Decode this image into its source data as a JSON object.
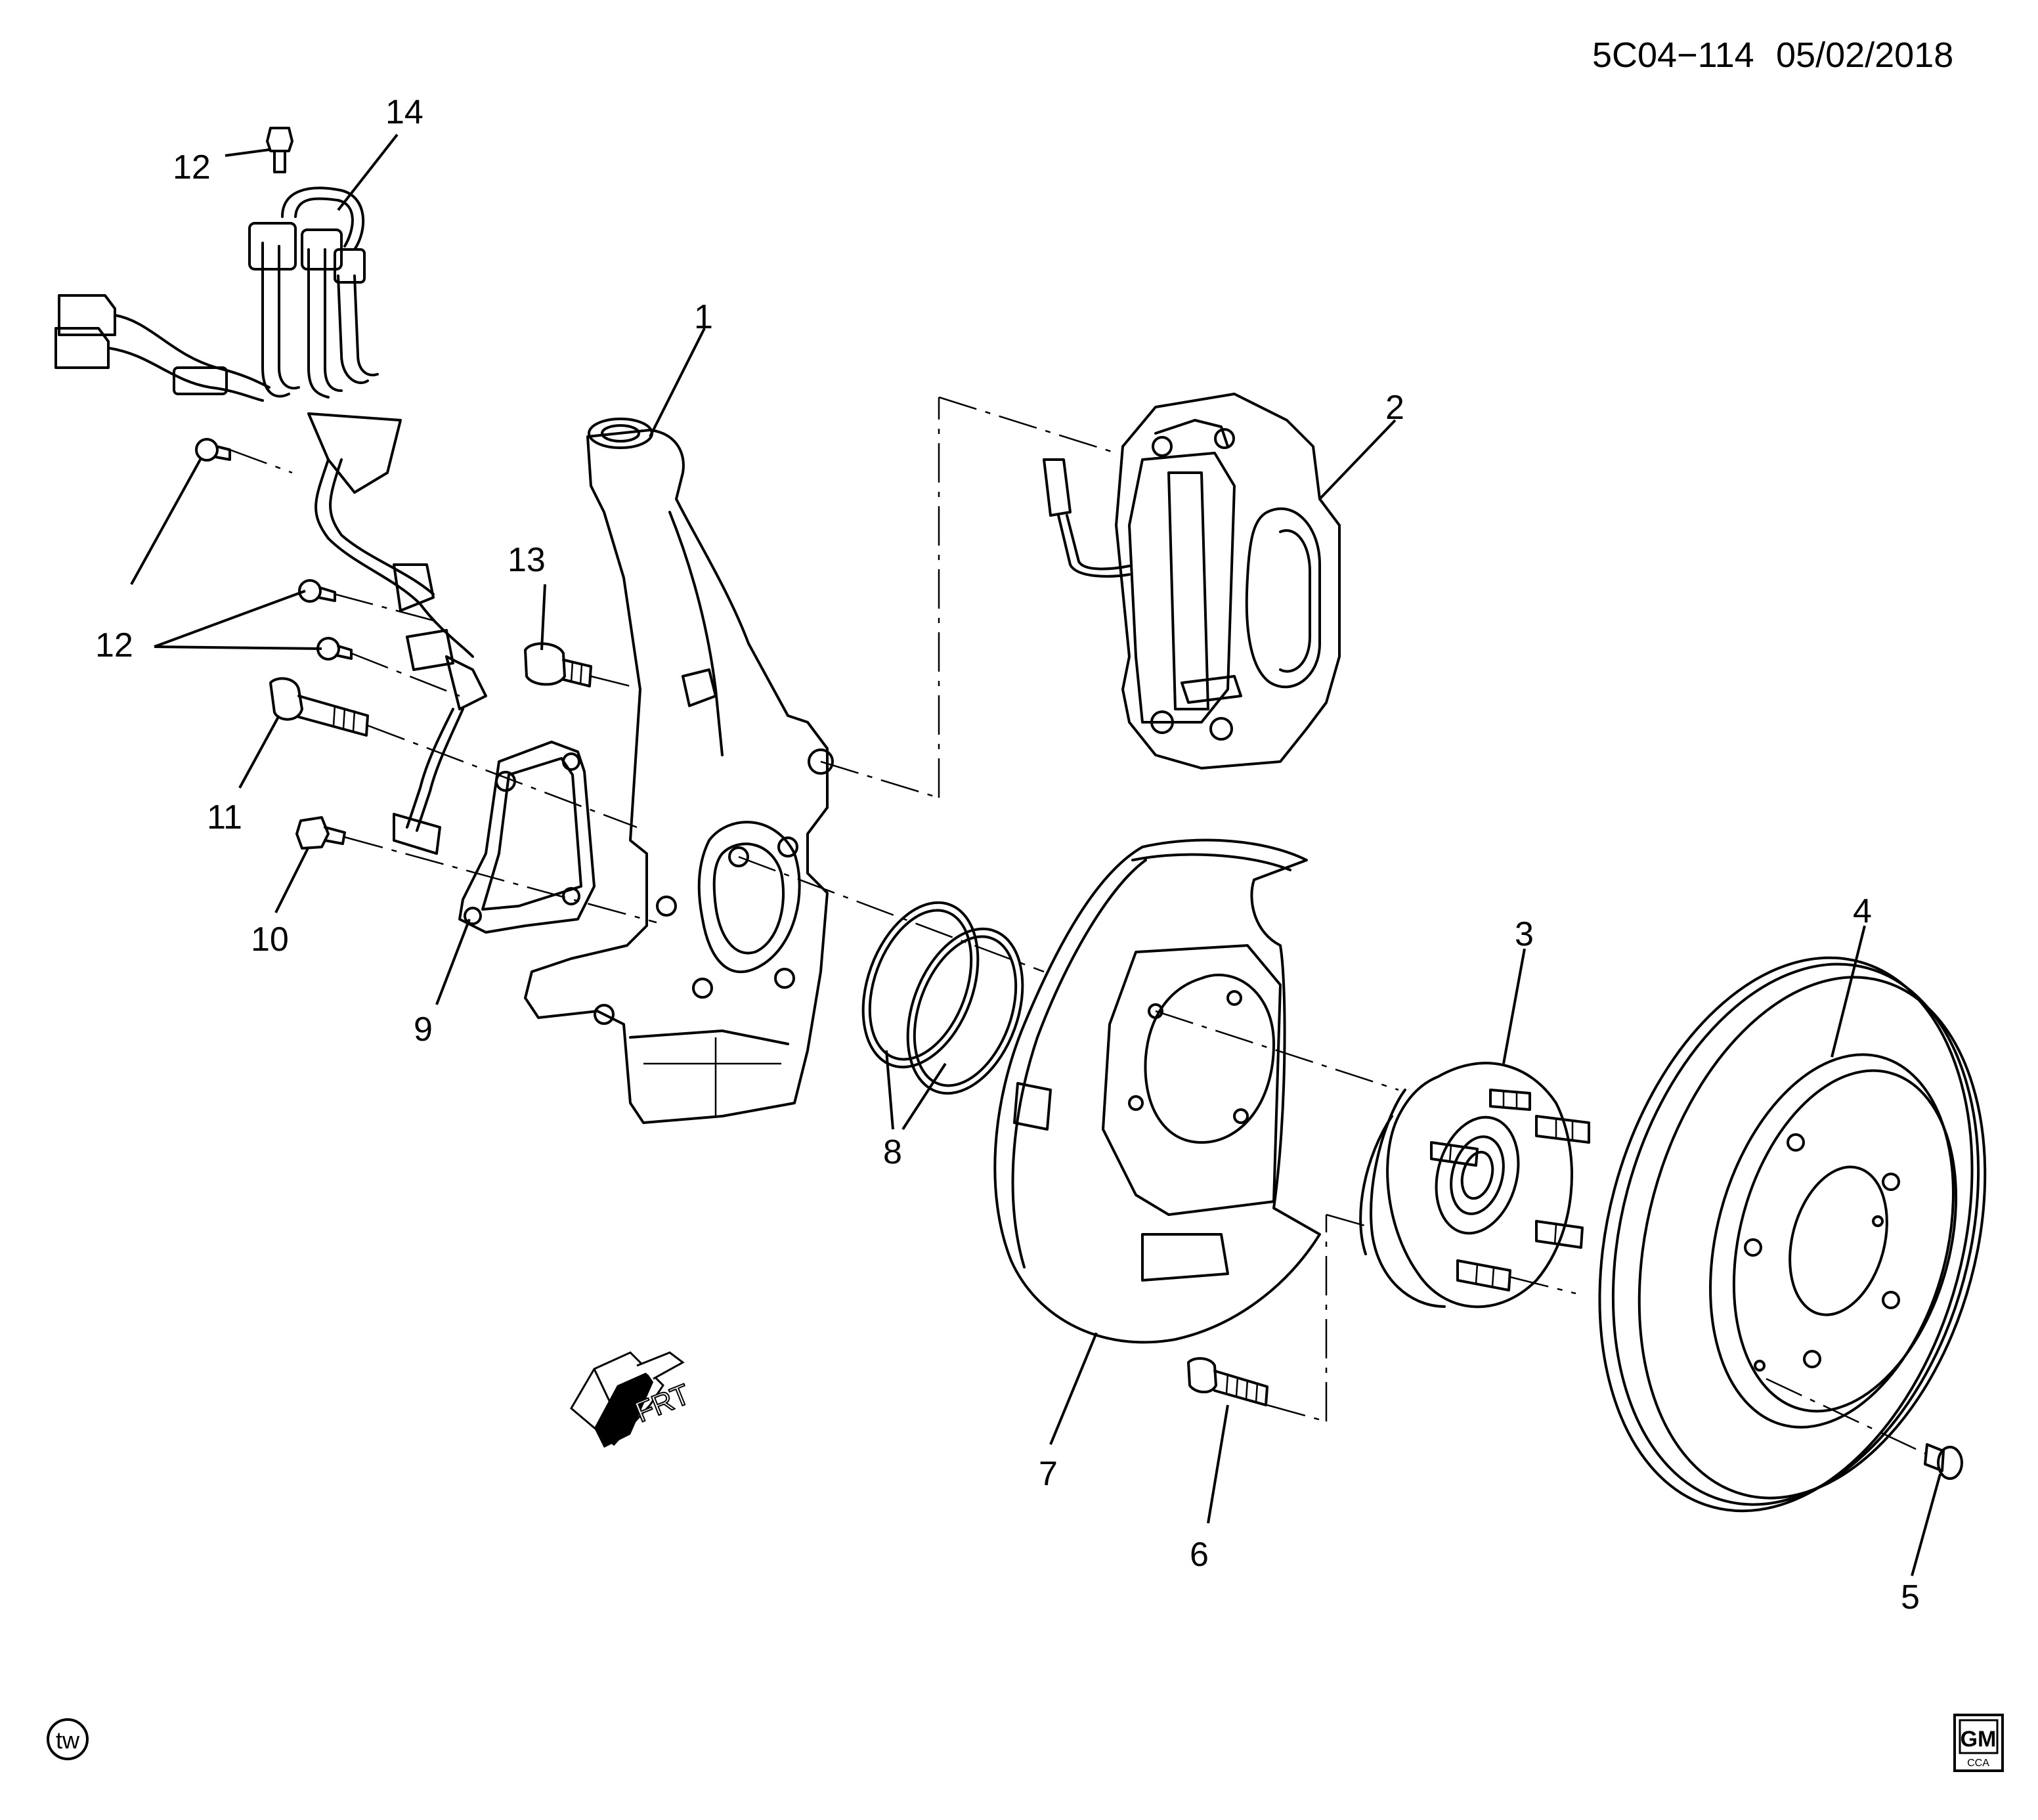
{
  "header": {
    "reference": "5C04−114",
    "date": "05/02/2018"
  },
  "callouts": {
    "c1": "1",
    "c2": "2",
    "c3": "3",
    "c4": "4",
    "c5": "5",
    "c6": "6",
    "c7": "7",
    "c8": "8",
    "c9": "9",
    "c10": "10",
    "c11": "11",
    "c12a": "12",
    "c12b": "12",
    "c12c": "12",
    "c13": "13",
    "c14": "14"
  },
  "direction_arrow": {
    "label": "FRT"
  },
  "footer": {
    "tw_badge": "tw",
    "gm_logo": "GM",
    "gm_sub": "CCA"
  },
  "icons": [
    "front-direction-arrow-icon",
    "tw-badge-icon",
    "gm-logo-icon"
  ]
}
